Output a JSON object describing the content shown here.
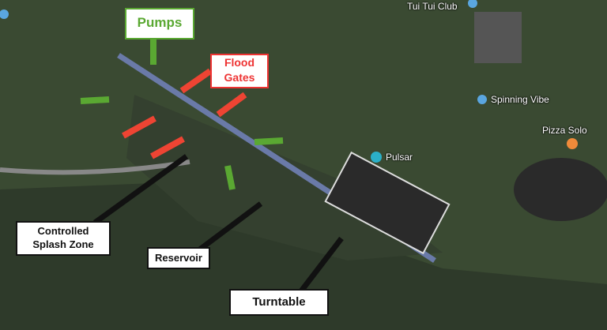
{
  "annotations": {
    "pumps": "Pumps",
    "flood_gates": [
      "Flood",
      "Gates"
    ],
    "splash_zone": [
      "Controlled",
      "Splash Zone"
    ],
    "reservoir": "Reservoir",
    "turntable": "Turntable"
  },
  "pois": {
    "tui_tui_club": "Tui Tui Club",
    "spinning_vibe": "Spinning Vibe",
    "pizza_solo": "Pizza Solo",
    "pulsar": "Pulsar"
  },
  "colors": {
    "pump_arrow": "#5aa832",
    "flood_arrow": "#ee4433",
    "water": "#34402f"
  }
}
